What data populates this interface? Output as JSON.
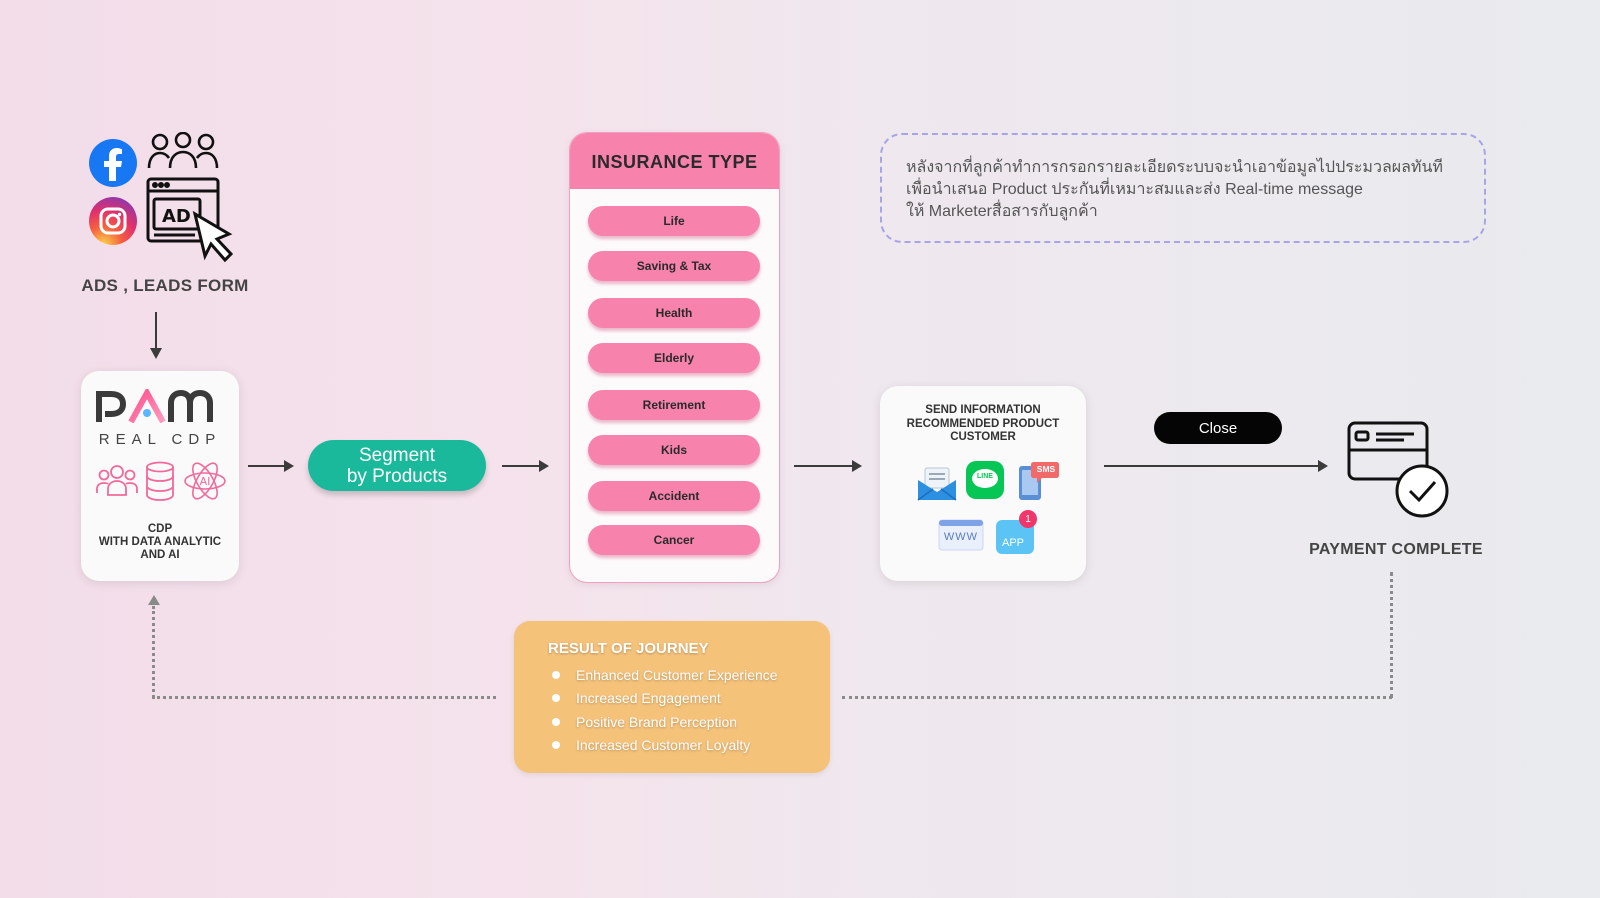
{
  "source": {
    "label": "ADS , LEADS FORM"
  },
  "cdp": {
    "logo_main": "PAM",
    "logo_sub": "REAL CDP",
    "caption_line1": "CDP",
    "caption_line2": "WITH DATA ANALYTIC",
    "caption_line3": "AND AI",
    "ai_badge": "AI"
  },
  "segment": {
    "line1": "Segment",
    "line2": "by Products"
  },
  "insurance": {
    "title": "INSURANCE TYPE",
    "items": [
      "Life",
      "Saving & Tax",
      "Health",
      "Elderly",
      "Retirement",
      "Kids",
      "Accident",
      "Cancer"
    ]
  },
  "note": {
    "line1": "หลังจากที่ลูกค้าทำการกรอกรายละเอียดระบบจะนำเอาข้อมูลไปประมวลผลทันที",
    "line2": "เพื่อนำเสนอ Product ประกันที่เหมาะสมและส่ง Real-time message",
    "line3": "ให้ Marketerสื่อสารกับลูกค้า"
  },
  "send": {
    "line1": "SEND INFORMATION",
    "line2": "RECOMMENDED PRODUCT",
    "line3": "CUSTOMER",
    "line_badge": "LINE",
    "sms_badge": "SMS",
    "www_label": "WWW",
    "app_label": "APP",
    "app_count": "1"
  },
  "close_button": {
    "label": "Close"
  },
  "payment": {
    "label": "PAYMENT COMPLETE"
  },
  "result": {
    "title": "RESULT OF JOURNEY",
    "items": [
      "Enhanced Customer Experience",
      "Increased Engagement",
      "Positive Brand Perception",
      "Increased Customer Loyalty"
    ]
  },
  "colors": {
    "accent_pink": "#f782ab",
    "segment_teal": "#1bb99b",
    "result_orange": "#f5c27a",
    "facebook_blue": "#1877f2",
    "line_green": "#06c755"
  }
}
